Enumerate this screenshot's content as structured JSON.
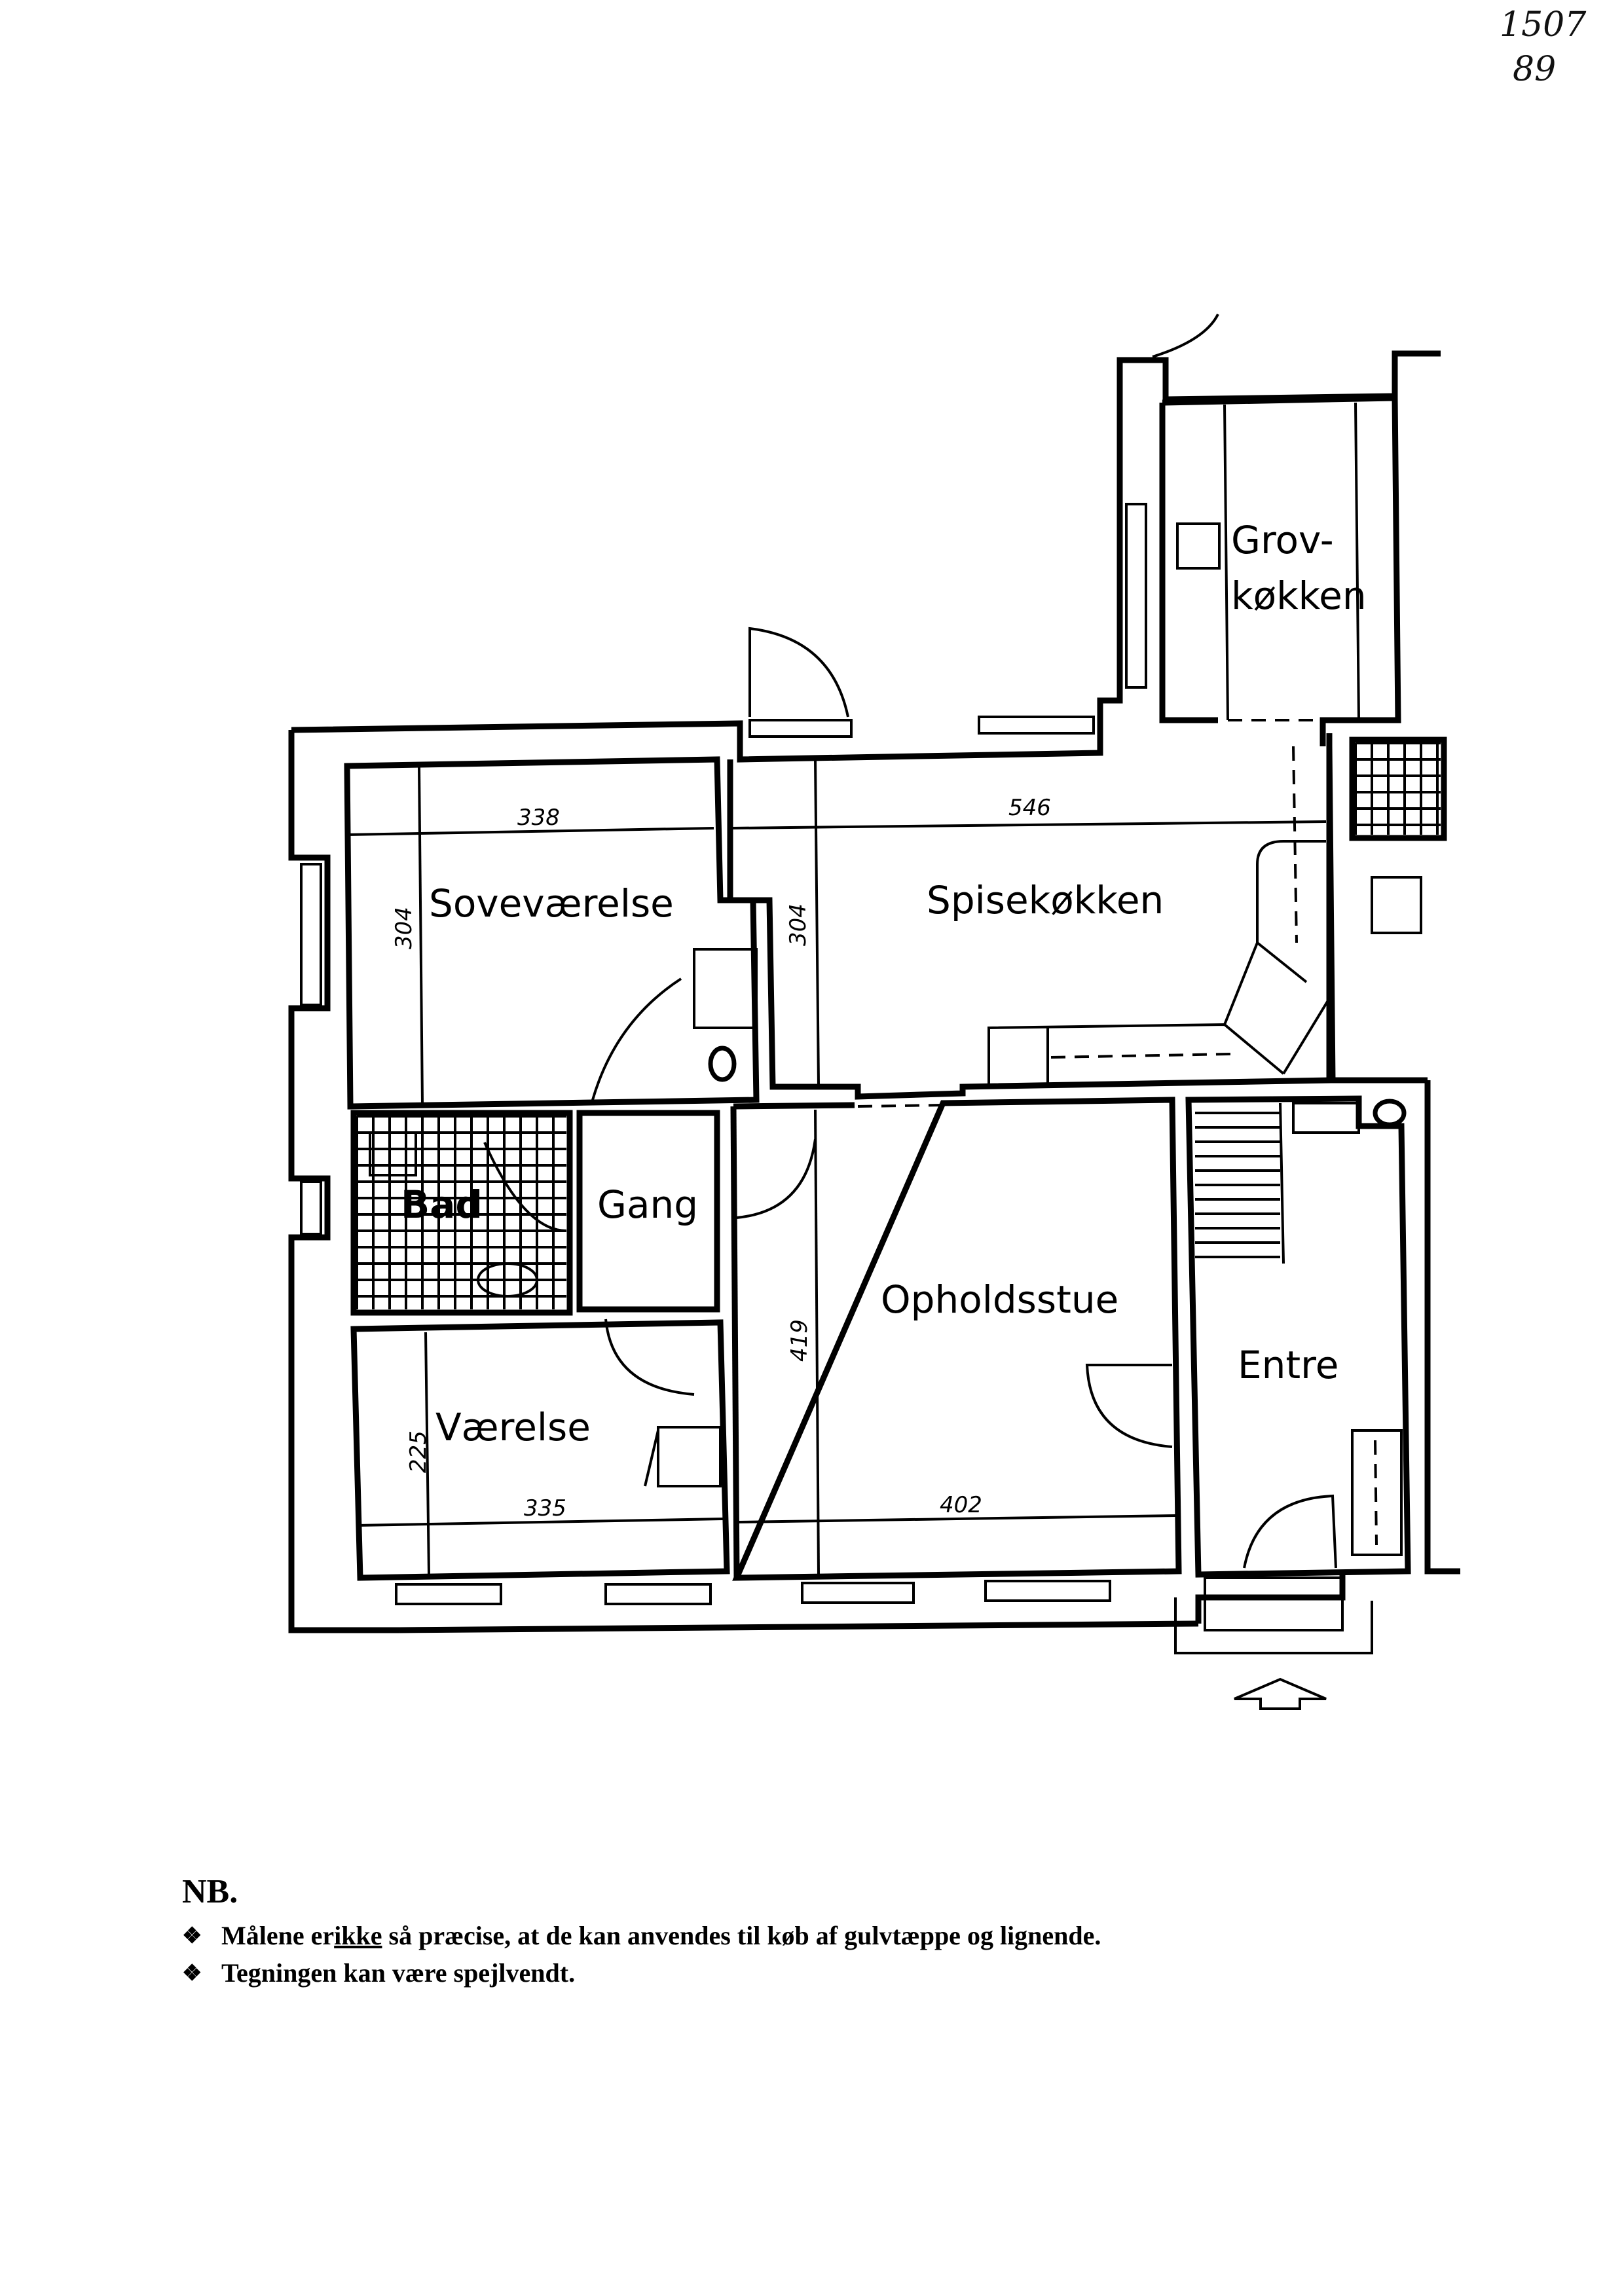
{
  "handwritten": {
    "line1": "1507",
    "line2": "89"
  },
  "rooms": {
    "grovkokken_1": "Grov-",
    "grovkokken_2": "køkken",
    "sovevaerelse": "Soveværelse",
    "spisekokken": "Spisekøkken",
    "bad": "Bad",
    "gang": "Gang",
    "opholdsstue": "Opholdsstue",
    "vaerelse": "Værelse",
    "entre": "Entre"
  },
  "dimensions": {
    "sovevaerelse_width": "338",
    "sovevaerelse_depth": "304",
    "spisekokken_width": "546",
    "spisekokken_depth": "304",
    "opholdsstue_depth": "419",
    "opholdsstue_width": "402",
    "vaerelse_depth": "225",
    "vaerelse_width": "335"
  },
  "notes": {
    "heading": "NB.",
    "bullet_icon": "diamond-bullet-icon",
    "items": [
      {
        "before": "Målene er ",
        "emphasis": "ikke",
        "after": " så præcise, at de kan anvendes til køb af gulvtæppe og lignende."
      },
      {
        "before": "Tegningen kan være spejlvendt.",
        "emphasis": "",
        "after": ""
      }
    ]
  },
  "entrance_arrow_icon": "entrance-arrow-icon"
}
